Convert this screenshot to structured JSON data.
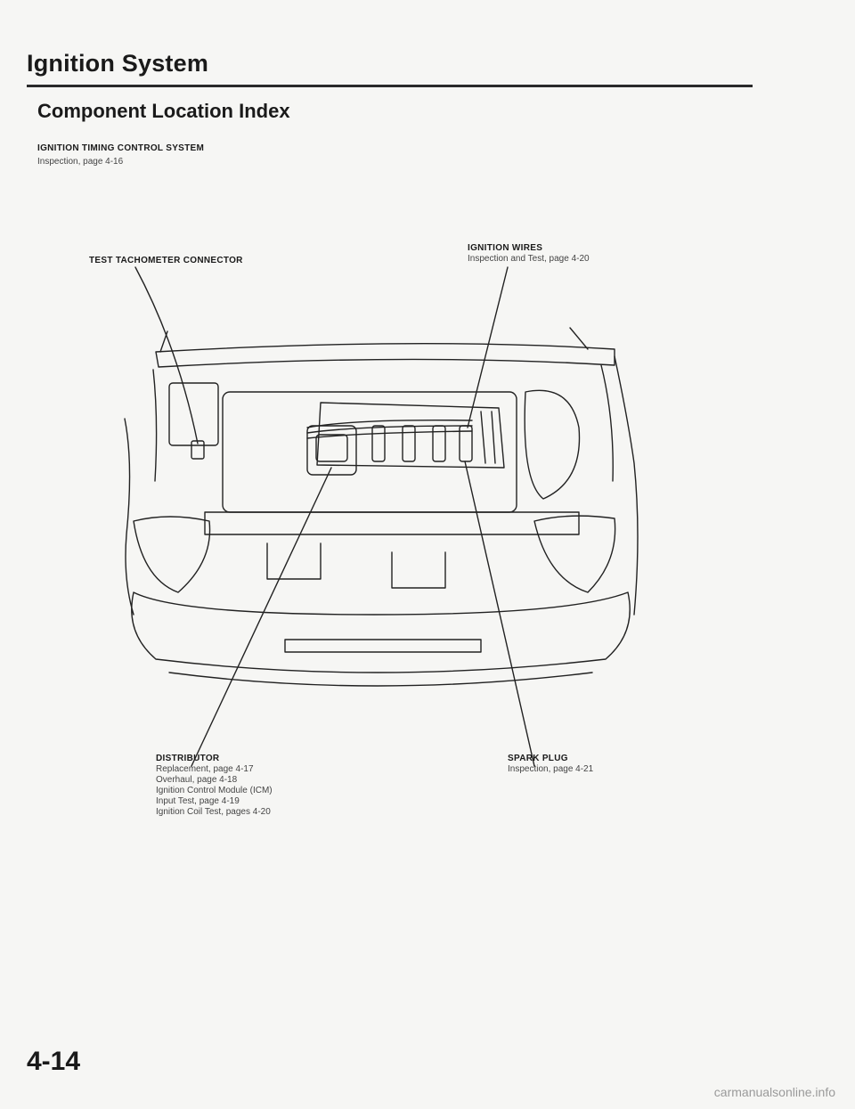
{
  "header": {
    "title": "Ignition System",
    "section": "Component Location Index"
  },
  "subsection": {
    "heading": "IGNITION TIMING CONTROL SYSTEM",
    "ref": "Inspection, page 4-16"
  },
  "callouts": {
    "tachometer": {
      "title": "TEST TACHOMETER CONNECTOR"
    },
    "wires": {
      "title": "IGNITION WIRES",
      "lines": [
        "Inspection and Test, page 4-20"
      ]
    },
    "distributor": {
      "title": "DISTRIBUTOR",
      "lines": [
        "Replacement, page 4-17",
        "Overhaul, page 4-18",
        "Ignition Control Module (ICM)",
        "Input Test, page 4-19",
        "Ignition Coil Test, pages 4-20"
      ]
    },
    "spark_plug": {
      "title": "SPARK PLUG",
      "lines": [
        "Inspection, page 4-21"
      ]
    }
  },
  "footer": {
    "page_number": "4-14",
    "watermark": "carmanualsonline.info"
  }
}
